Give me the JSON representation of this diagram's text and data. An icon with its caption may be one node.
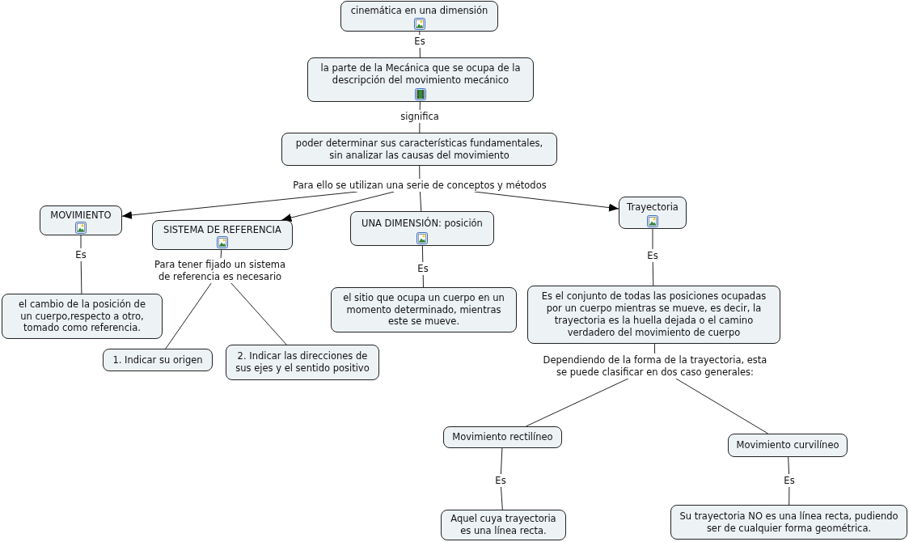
{
  "diagram": {
    "nodes": [
      {
        "text": [
          "cinemática en una dimensión"
        ]
      },
      {
        "text": [
          "Es"
        ]
      },
      {
        "text": [
          "la parte de la Mecánica que se ocupa de la descripción del movimiento mecánico"
        ]
      },
      {
        "text": [
          "significa"
        ]
      },
      {
        "text": [
          "poder determinar sus características fundamentales, sin analizar las causas del movimiento"
        ]
      },
      {
        "text": [
          "Para ello se utilizan una serie de conceptos y métodos"
        ]
      },
      {
        "text": [
          "MOVIMIENTO"
        ]
      },
      {
        "text": [
          "SISTEMA DE REFERENCIA"
        ]
      },
      {
        "text": [
          "UNA DIMENSIÓN: posición"
        ]
      },
      {
        "text": [
          "Trayectoria"
        ]
      },
      {
        "text": [
          "Es"
        ]
      },
      {
        "text": [
          "el cambio de la posición de un cuerpo,respecto a otro, tomado como referencia."
        ]
      },
      {
        "text": [
          "Para tener fijado un sistema de referencia es necesario"
        ]
      },
      {
        "text": [
          "1. Indicar su origen"
        ]
      },
      {
        "text": [
          "2. Indicar las direcciones de sus ejes y el sentido positivo"
        ]
      },
      {
        "text": [
          "Es"
        ]
      },
      {
        "text": [
          "el sitio que ocupa un cuerpo en un momento determinado, mientras este se mueve."
        ]
      },
      {
        "text": [
          "Es"
        ]
      },
      {
        "text": [
          "Es el conjunto de todas las posiciones ocupadas por un cuerpo mientras se mueve, es decir, la trayectoria es la huella dejada o el camino verdadero del movimiento de cuerpo"
        ]
      },
      {
        "text": [
          "Dependiendo de la forma de la trayectoria, esta se puede clasificar en dos caso generales:"
        ]
      },
      {
        "text": [
          "Movimiento rectilíneo"
        ]
      },
      {
        "text": [
          "Movimiento curvilíneo"
        ]
      },
      {
        "text": [
          "Es"
        ]
      },
      {
        "text": [
          "Aquel cuya trayectoria es una línea recta."
        ]
      },
      {
        "text": [
          "Es"
        ]
      },
      {
        "text": [
          "Su trayectoria NO es una línea recta, pudiendo ser de cualquier forma geométrica."
        ]
      }
    ],
    "edges": [
      {
        "from": 0,
        "to": 1,
        "arrow": "none"
      },
      {
        "from": 1,
        "to": 2,
        "arrow": "none"
      },
      {
        "from": 2,
        "to": 3,
        "arrow": "none"
      },
      {
        "from": 3,
        "to": 4,
        "arrow": "none"
      },
      {
        "from": 4,
        "to": 5,
        "arrow": "none"
      },
      {
        "from": 5,
        "to": 6,
        "arrow": "to"
      },
      {
        "from": 5,
        "to": 7,
        "arrow": "to"
      },
      {
        "from": 5,
        "to": 8,
        "arrow": "none"
      },
      {
        "from": 5,
        "to": 9,
        "arrow": "to"
      },
      {
        "from": 6,
        "to": 10,
        "arrow": "none"
      },
      {
        "from": 10,
        "to": 11,
        "arrow": "none"
      },
      {
        "from": 7,
        "to": 12,
        "arrow": "none"
      },
      {
        "from": 12,
        "to": 13,
        "arrow": "none"
      },
      {
        "from": 12,
        "to": 14,
        "arrow": "none"
      },
      {
        "from": 8,
        "to": 15,
        "arrow": "none"
      },
      {
        "from": 15,
        "to": 16,
        "arrow": "none"
      },
      {
        "from": 9,
        "to": 17,
        "arrow": "none"
      },
      {
        "from": 17,
        "to": 18,
        "arrow": "none"
      },
      {
        "from": 18,
        "to": 19,
        "arrow": "none"
      },
      {
        "from": 19,
        "to": 20,
        "arrow": "none"
      },
      {
        "from": 19,
        "to": 21,
        "arrow": "none"
      },
      {
        "from": 20,
        "to": 22,
        "arrow": "none"
      },
      {
        "from": 22,
        "to": 23,
        "arrow": "none"
      },
      {
        "from": 21,
        "to": 24,
        "arrow": "none"
      },
      {
        "from": 24,
        "to": 25,
        "arrow": "none"
      }
    ]
  }
}
